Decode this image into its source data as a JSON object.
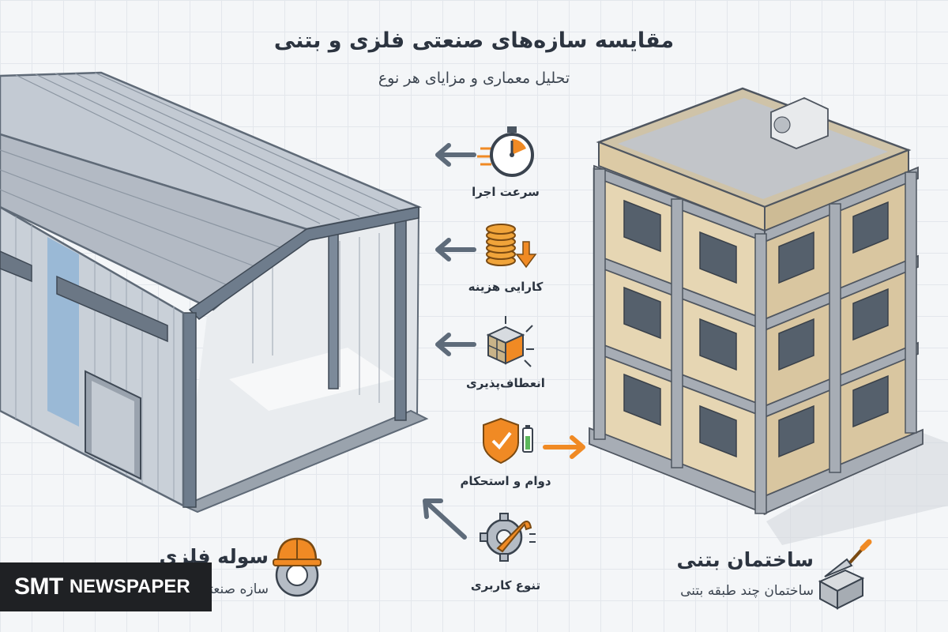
{
  "header": {
    "title": "مقایسه سازه‌های صنعتی فلزی و بتنی",
    "subtitle": "تحلیل معماری و مزایای هر نوع"
  },
  "features": [
    {
      "label": "سرعت اجرا",
      "icon": "stopwatch-icon",
      "arrow": "left"
    },
    {
      "label": "کارایی هزینه",
      "icon": "coins-icon",
      "arrow": "left"
    },
    {
      "label": "انعطاف‌پذیری",
      "icon": "modular-cube-icon",
      "arrow": "left"
    },
    {
      "label": "دوام و استحکام",
      "icon": "shield-check-icon",
      "arrow": "right"
    },
    {
      "label": "تنوع کاربری",
      "icon": "gear-wrench-icon",
      "arrow": "up-left"
    }
  ],
  "steel": {
    "title": "سوله فلزی",
    "subtitle": "سازه صنعتی",
    "icon": "hard-hat-icon"
  },
  "concrete": {
    "title": "ساختمان بتنی",
    "subtitle": "ساختمان چند طبقه بتنی",
    "icon": "trowel-block-icon"
  },
  "watermark": {
    "brand": "SMT",
    "name": "NEWSPAPER"
  },
  "colors": {
    "accent": "#f08a24",
    "steel": "#8e9aa8",
    "concrete": "#e3d2b0",
    "arrow": "#5e6b7a"
  }
}
